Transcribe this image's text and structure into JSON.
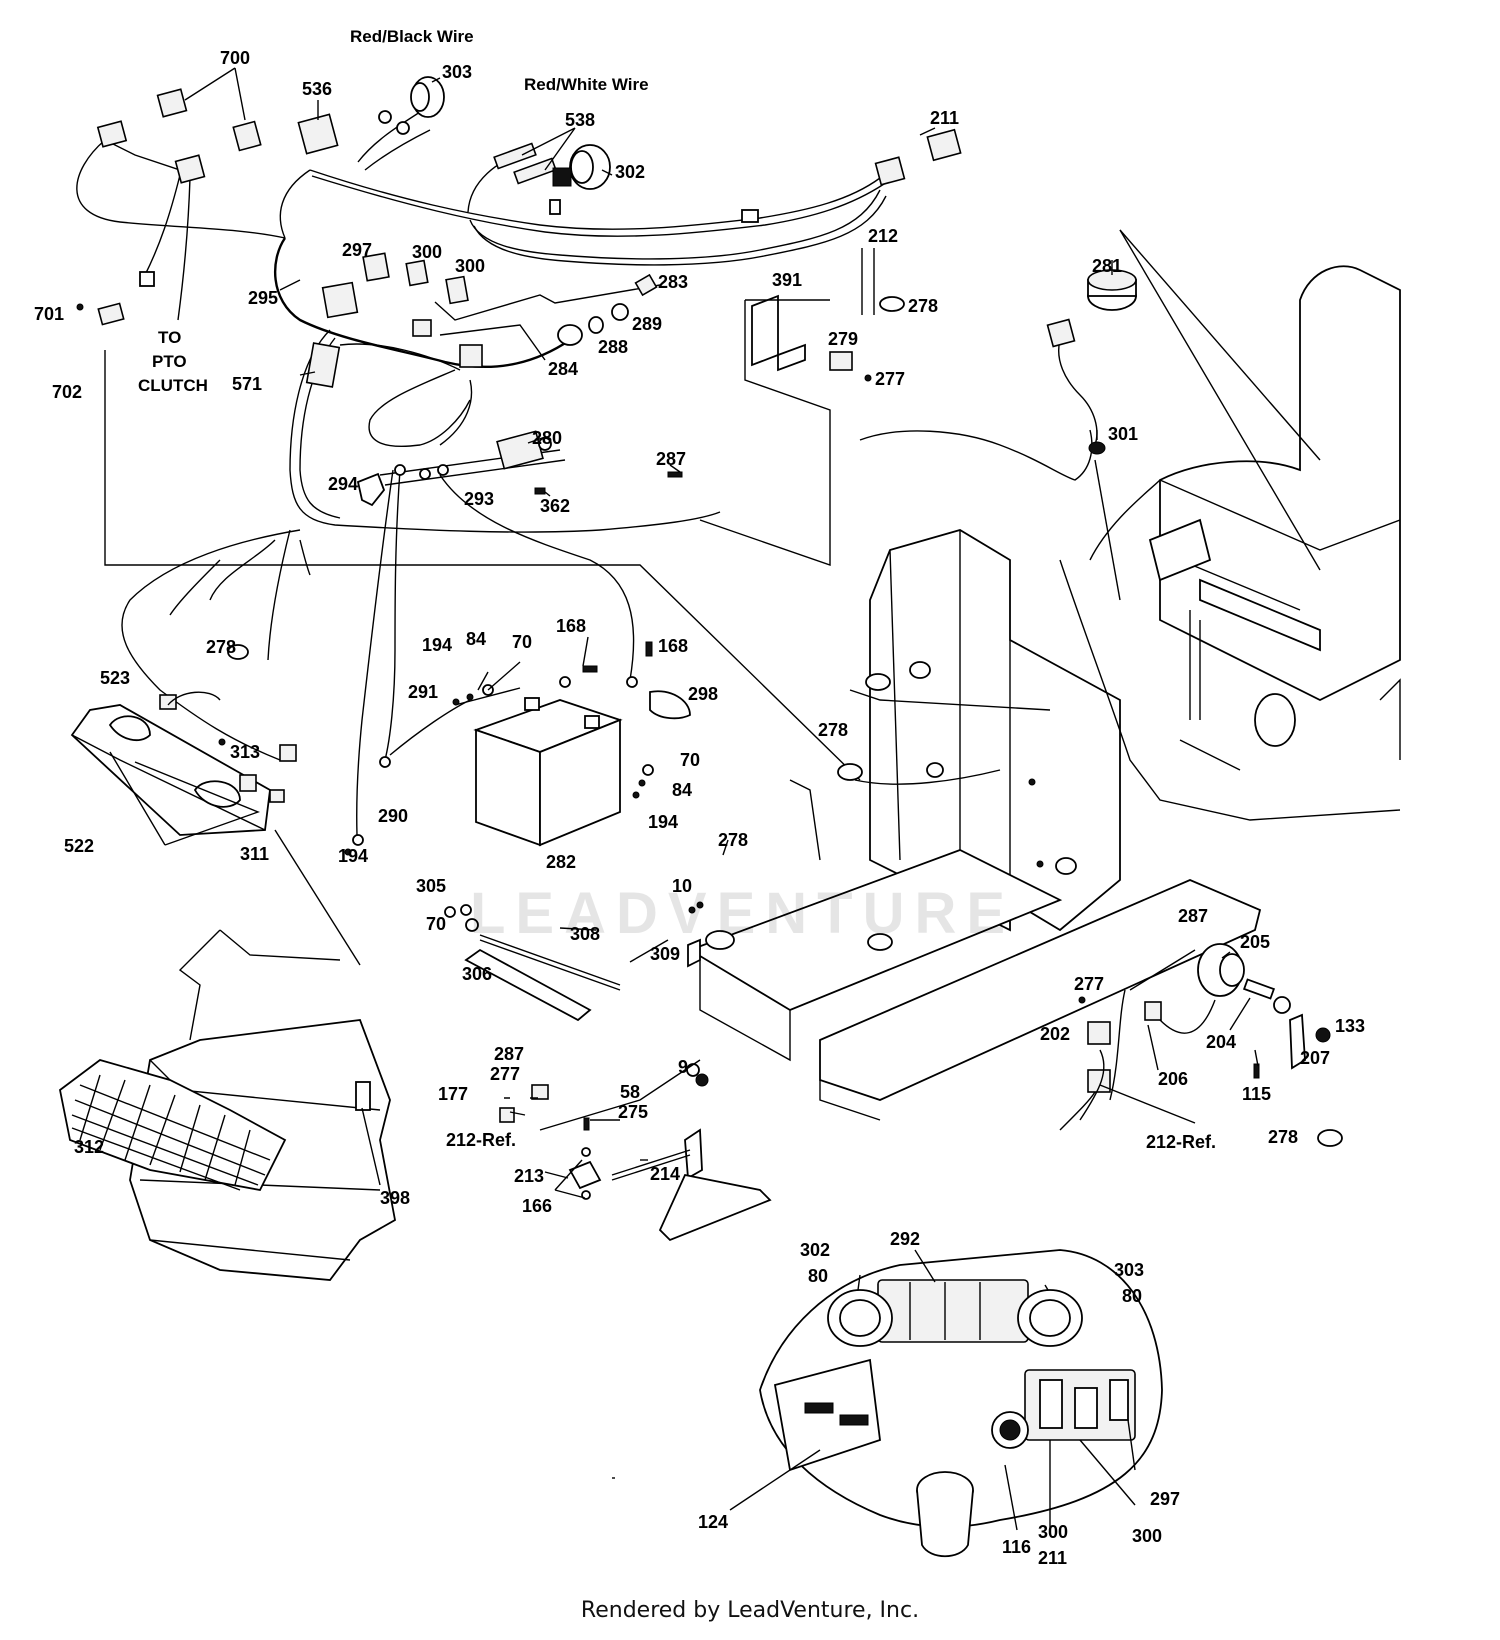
{
  "callouts": [
    {
      "id": "c700",
      "text": "700"
    },
    {
      "id": "c536",
      "text": "536"
    },
    {
      "id": "c303a",
      "text": "303"
    },
    {
      "id": "c538",
      "text": "538"
    },
    {
      "id": "c302a",
      "text": "302"
    },
    {
      "id": "c211a",
      "text": "211"
    },
    {
      "id": "c212",
      "text": "212"
    },
    {
      "id": "c278a",
      "text": "278"
    },
    {
      "id": "c281",
      "text": "281"
    },
    {
      "id": "c297a",
      "text": "297"
    },
    {
      "id": "c300a",
      "text": "300"
    },
    {
      "id": "c300b",
      "text": "300"
    },
    {
      "id": "c283",
      "text": "283"
    },
    {
      "id": "c289",
      "text": "289"
    },
    {
      "id": "c288",
      "text": "288"
    },
    {
      "id": "c284",
      "text": "284"
    },
    {
      "id": "c391",
      "text": "391"
    },
    {
      "id": "c279",
      "text": "279"
    },
    {
      "id": "c277a",
      "text": "277"
    },
    {
      "id": "c295",
      "text": "295"
    },
    {
      "id": "c701",
      "text": "701"
    },
    {
      "id": "c702",
      "text": "702"
    },
    {
      "id": "c571",
      "text": "571"
    },
    {
      "id": "c301",
      "text": "301"
    },
    {
      "id": "c280",
      "text": "280"
    },
    {
      "id": "c287a",
      "text": "287"
    },
    {
      "id": "c294",
      "text": "294"
    },
    {
      "id": "c293",
      "text": "293"
    },
    {
      "id": "c362",
      "text": "362"
    },
    {
      "id": "c278b",
      "text": "278"
    },
    {
      "id": "c194a",
      "text": "194"
    },
    {
      "id": "c84a",
      "text": "84"
    },
    {
      "id": "c70a",
      "text": "70"
    },
    {
      "id": "c168a",
      "text": "168"
    },
    {
      "id": "c168b",
      "text": "168"
    },
    {
      "id": "c523",
      "text": "523"
    },
    {
      "id": "c291",
      "text": "291"
    },
    {
      "id": "c298",
      "text": "298"
    },
    {
      "id": "c313",
      "text": "313"
    },
    {
      "id": "c278c",
      "text": "278"
    },
    {
      "id": "c70b",
      "text": "70"
    },
    {
      "id": "c84b",
      "text": "84"
    },
    {
      "id": "c194b",
      "text": "194"
    },
    {
      "id": "c290",
      "text": "290"
    },
    {
      "id": "c522",
      "text": "522"
    },
    {
      "id": "c311",
      "text": "311"
    },
    {
      "id": "c194c",
      "text": "194"
    },
    {
      "id": "c282",
      "text": "282"
    },
    {
      "id": "c278d",
      "text": "278"
    },
    {
      "id": "c305",
      "text": "305"
    },
    {
      "id": "c70c",
      "text": "70"
    },
    {
      "id": "c10",
      "text": "10"
    },
    {
      "id": "c287b",
      "text": "287"
    },
    {
      "id": "c205",
      "text": "205"
    },
    {
      "id": "c308",
      "text": "308"
    },
    {
      "id": "c306",
      "text": "306"
    },
    {
      "id": "c309",
      "text": "309"
    },
    {
      "id": "c277b",
      "text": "277"
    },
    {
      "id": "c202",
      "text": "202"
    },
    {
      "id": "c204",
      "text": "204"
    },
    {
      "id": "c133",
      "text": "133"
    },
    {
      "id": "c207",
      "text": "207"
    },
    {
      "id": "c206",
      "text": "206"
    },
    {
      "id": "c115",
      "text": "115"
    },
    {
      "id": "c9",
      "text": "9"
    },
    {
      "id": "c287c",
      "text": "287"
    },
    {
      "id": "c277c",
      "text": "277"
    },
    {
      "id": "c177",
      "text": "177"
    },
    {
      "id": "c58",
      "text": "58"
    },
    {
      "id": "c275",
      "text": "275"
    },
    {
      "id": "c212ref",
      "text": "212-Ref."
    },
    {
      "id": "c212ref2",
      "text": "212-Ref."
    },
    {
      "id": "c278e",
      "text": "278"
    },
    {
      "id": "c312",
      "text": "312"
    },
    {
      "id": "c213",
      "text": "213"
    },
    {
      "id": "c214",
      "text": "214"
    },
    {
      "id": "c166",
      "text": "166"
    },
    {
      "id": "c398",
      "text": "398"
    },
    {
      "id": "c302b",
      "text": "302"
    },
    {
      "id": "c80a",
      "text": "80"
    },
    {
      "id": "c292",
      "text": "292"
    },
    {
      "id": "c303b",
      "text": "303"
    },
    {
      "id": "c80b",
      "text": "80"
    },
    {
      "id": "c124",
      "text": "124"
    },
    {
      "id": "c116",
      "text": "116"
    },
    {
      "id": "c300c",
      "text": "300"
    },
    {
      "id": "c211b",
      "text": "211"
    },
    {
      "id": "c300d",
      "text": "300"
    },
    {
      "id": "c297b",
      "text": "297"
    }
  ],
  "notes": {
    "red_black_wire": "Red/Black Wire",
    "red_white_wire": "Red/White Wire",
    "pto_line1": "TO",
    "pto_line2": "PTO",
    "pto_line3": "CLUTCH"
  },
  "watermark": "LEADVENTURE",
  "footer": "Rendered by LeadVenture, Inc."
}
